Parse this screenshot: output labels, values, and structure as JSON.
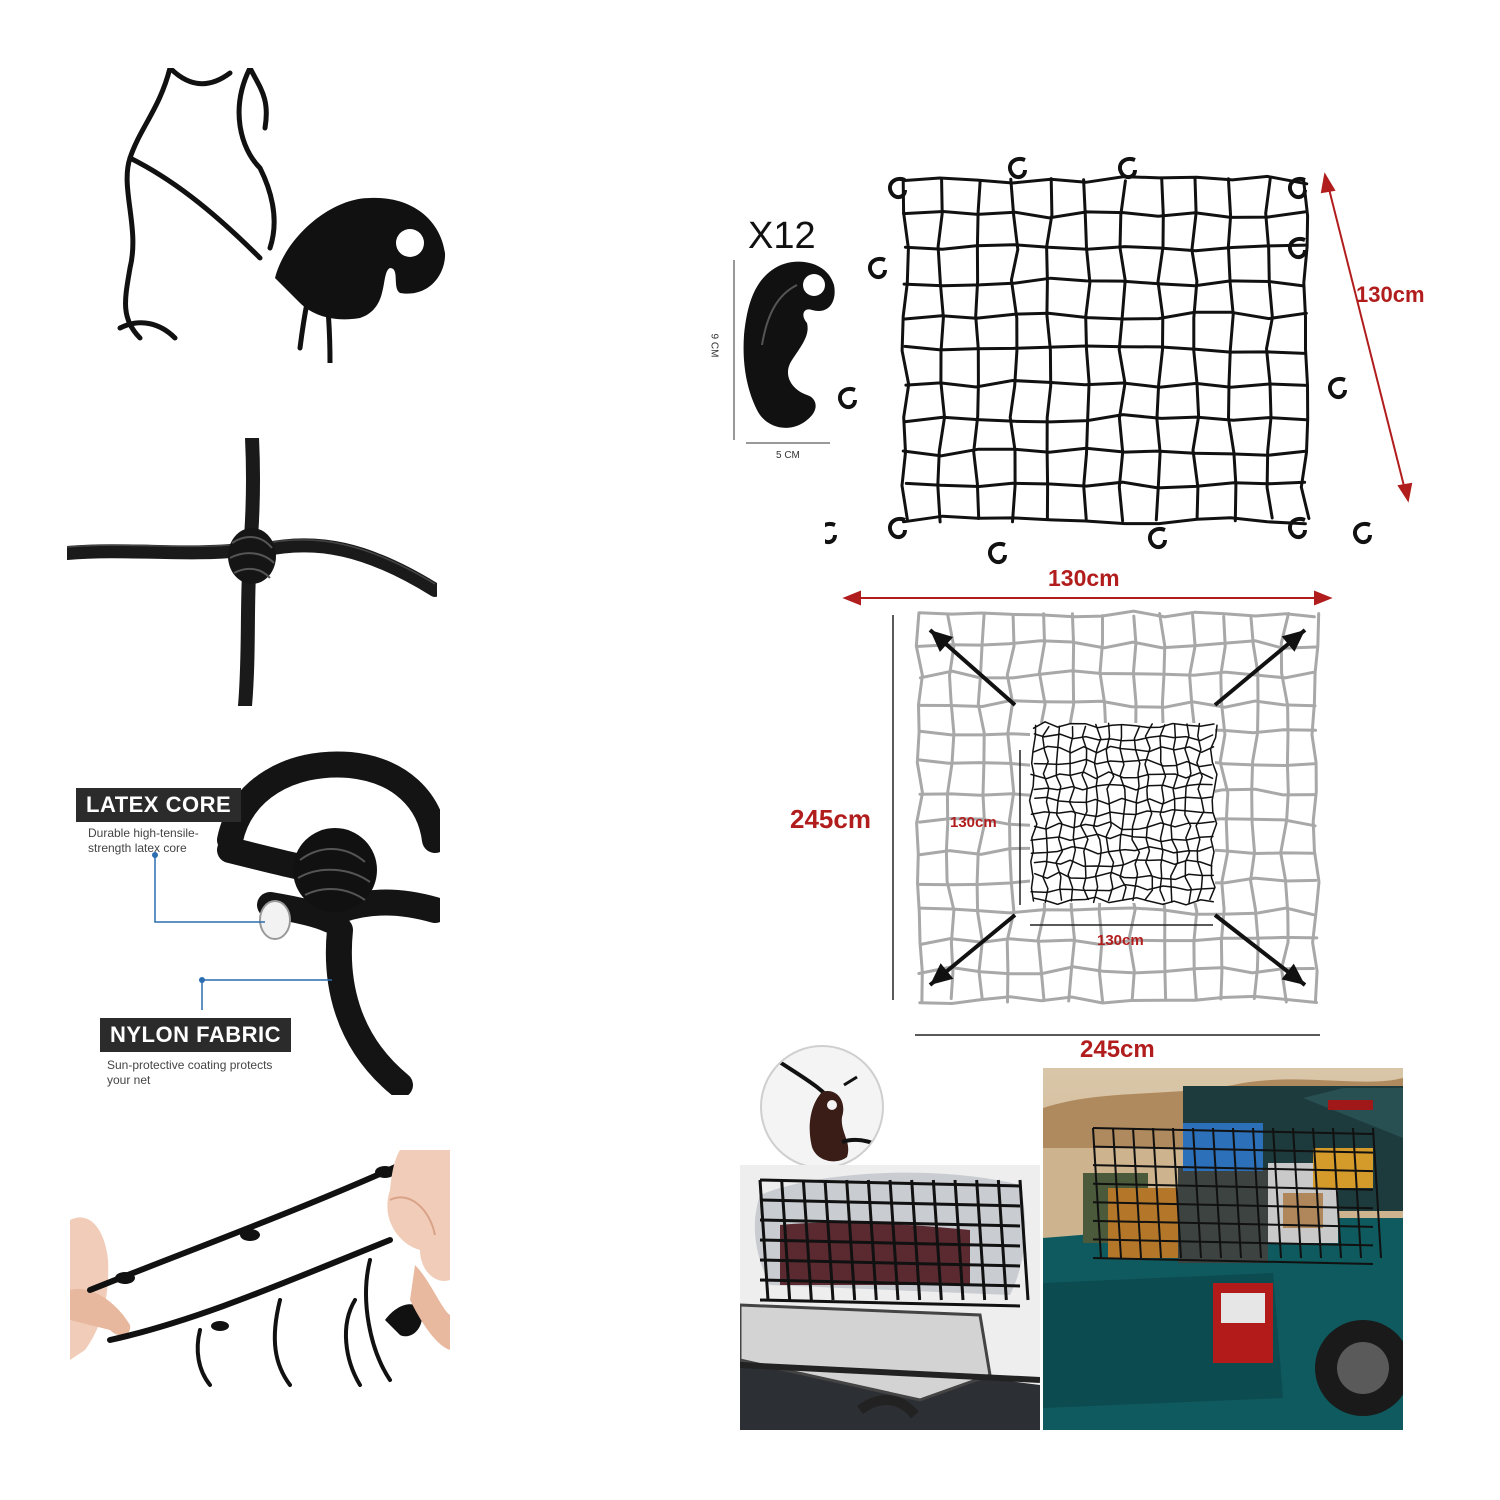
{
  "left_panels": {
    "latex_core": {
      "title": "LATEX CORE",
      "description": "Durable high-tensile-strength latex core"
    },
    "nylon_fabric": {
      "title": "NYLON FABRIC",
      "description": "Sun-protective coating protects your net"
    }
  },
  "hook": {
    "quantity": "X12",
    "height": "9 CM",
    "width": "5 CM"
  },
  "net_small": {
    "width_label": "130cm",
    "height_label": "130cm"
  },
  "net_stretched": {
    "width_label": "245cm",
    "height_label": "245cm",
    "inner_width_label": "130cm",
    "inner_height_label": "130cm"
  },
  "colors": {
    "accent_red": "#b11d1d",
    "net_black": "#111111",
    "net_gray": "#a8a8a8",
    "truck_teal": "#0f5a5e"
  }
}
